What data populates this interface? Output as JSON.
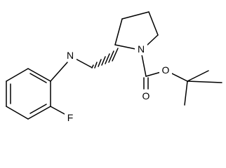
{
  "molecule": {
    "atoms": {
      "amine_nitrogen": "N",
      "fluorine": "F",
      "ring_nitrogen": "N",
      "ester_oxygen": "O",
      "carbonyl_oxygen": "O"
    }
  }
}
